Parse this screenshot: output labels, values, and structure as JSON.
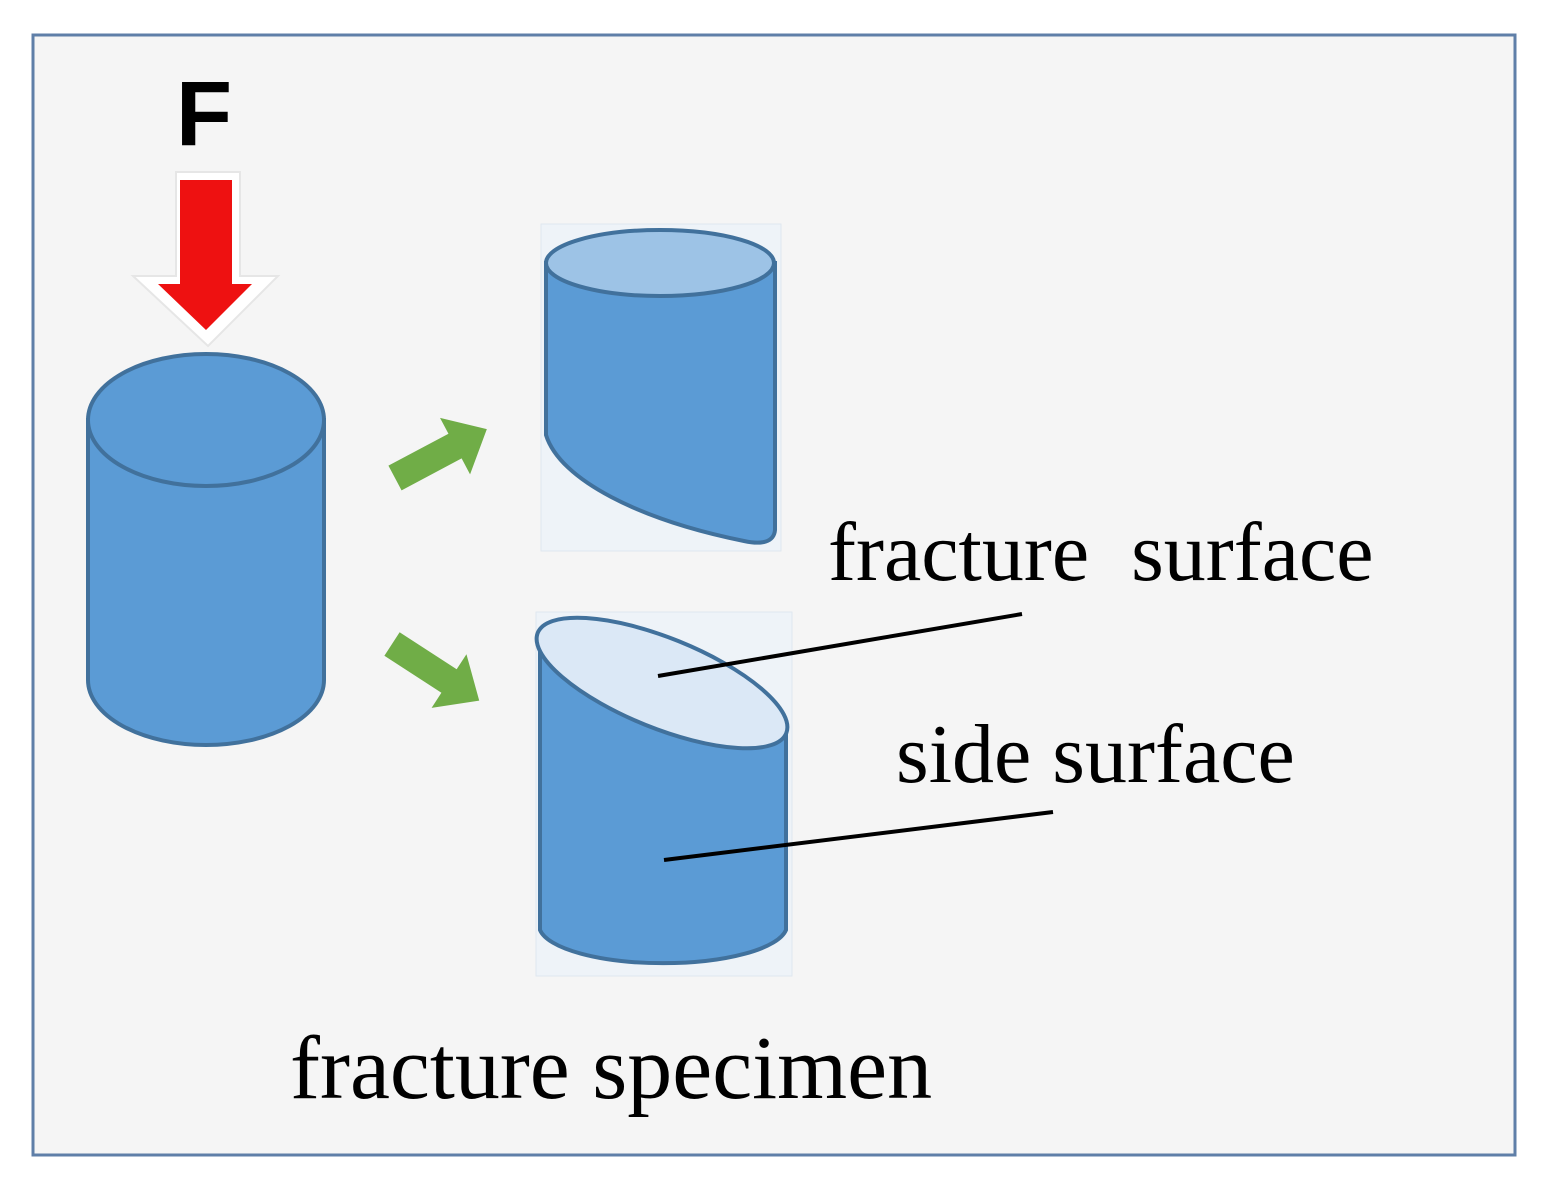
{
  "labels": {
    "force": "F",
    "fracture_surface": "fracture  surface",
    "side_surface": "side surface",
    "caption": "fracture specimen"
  },
  "colors": {
    "background": "#f5f5f5",
    "frame": "#5f7fa8",
    "cylinder_fill": "#5b9bd5",
    "cylinder_stroke": "#41719c",
    "top_face_fill": "#9dc3e6",
    "fracture_face_fill": "#dbe8f6",
    "force_arrow": "#ee1111",
    "flow_arrow": "#70ad47",
    "leader_line": "#000000"
  },
  "icons": {
    "force": "down-arrow-icon",
    "flow": "right-arrow-icon"
  }
}
